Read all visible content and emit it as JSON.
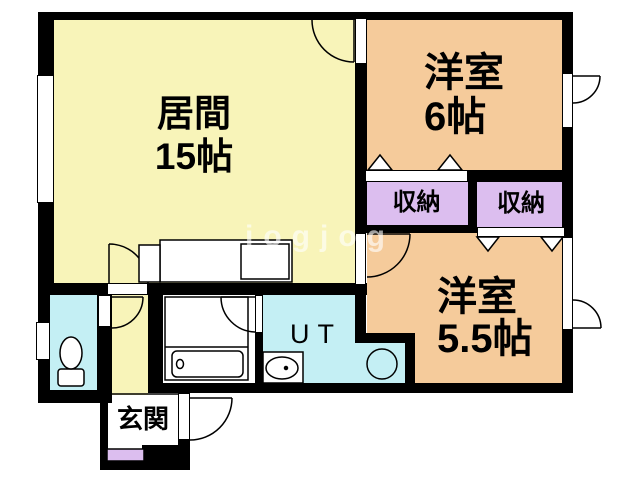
{
  "watermark": "jogjog",
  "colors": {
    "room_yellow": "#F8F4B9",
    "room_orange": "#F5CB9B",
    "room_cyan": "#C4EFF4",
    "closet_lavender": "#DCBEEF",
    "wall": "#000000",
    "floor_white": "#FFFFFF"
  },
  "rooms": {
    "living": {
      "label": "居間",
      "size": "15帖"
    },
    "bedroom_6": {
      "label": "洋室",
      "size": "6帖"
    },
    "bedroom_5_5": {
      "label": "洋室",
      "size": "5.5帖"
    },
    "closet_left": {
      "label": "収納"
    },
    "closet_right": {
      "label": "収納"
    },
    "utility": {
      "label": "UT"
    },
    "entrance": {
      "label": "玄関"
    }
  },
  "fixtures": [
    "kitchen-counter",
    "bathtub",
    "shower-room",
    "toilet",
    "washbasin",
    "washing-machine",
    "entrance-step"
  ]
}
